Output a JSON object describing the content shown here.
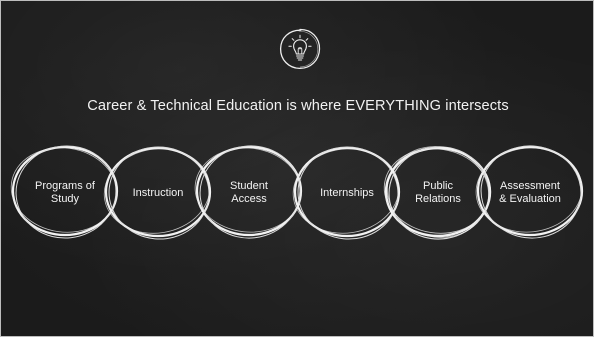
{
  "slide": {
    "headline": "Career & Technical Education is where EVERYTHING intersects",
    "icon": "lightbulb-icon",
    "background_color": "#1f1f1f",
    "chalk_color": "#f2f2f2"
  },
  "circles": [
    {
      "label": "Programs of\nStudy"
    },
    {
      "label": "Instruction"
    },
    {
      "label": "Student\nAccess"
    },
    {
      "label": "Internships"
    },
    {
      "label": "Public\nRelations"
    },
    {
      "label": "Assessment\n& Evaluation"
    }
  ]
}
